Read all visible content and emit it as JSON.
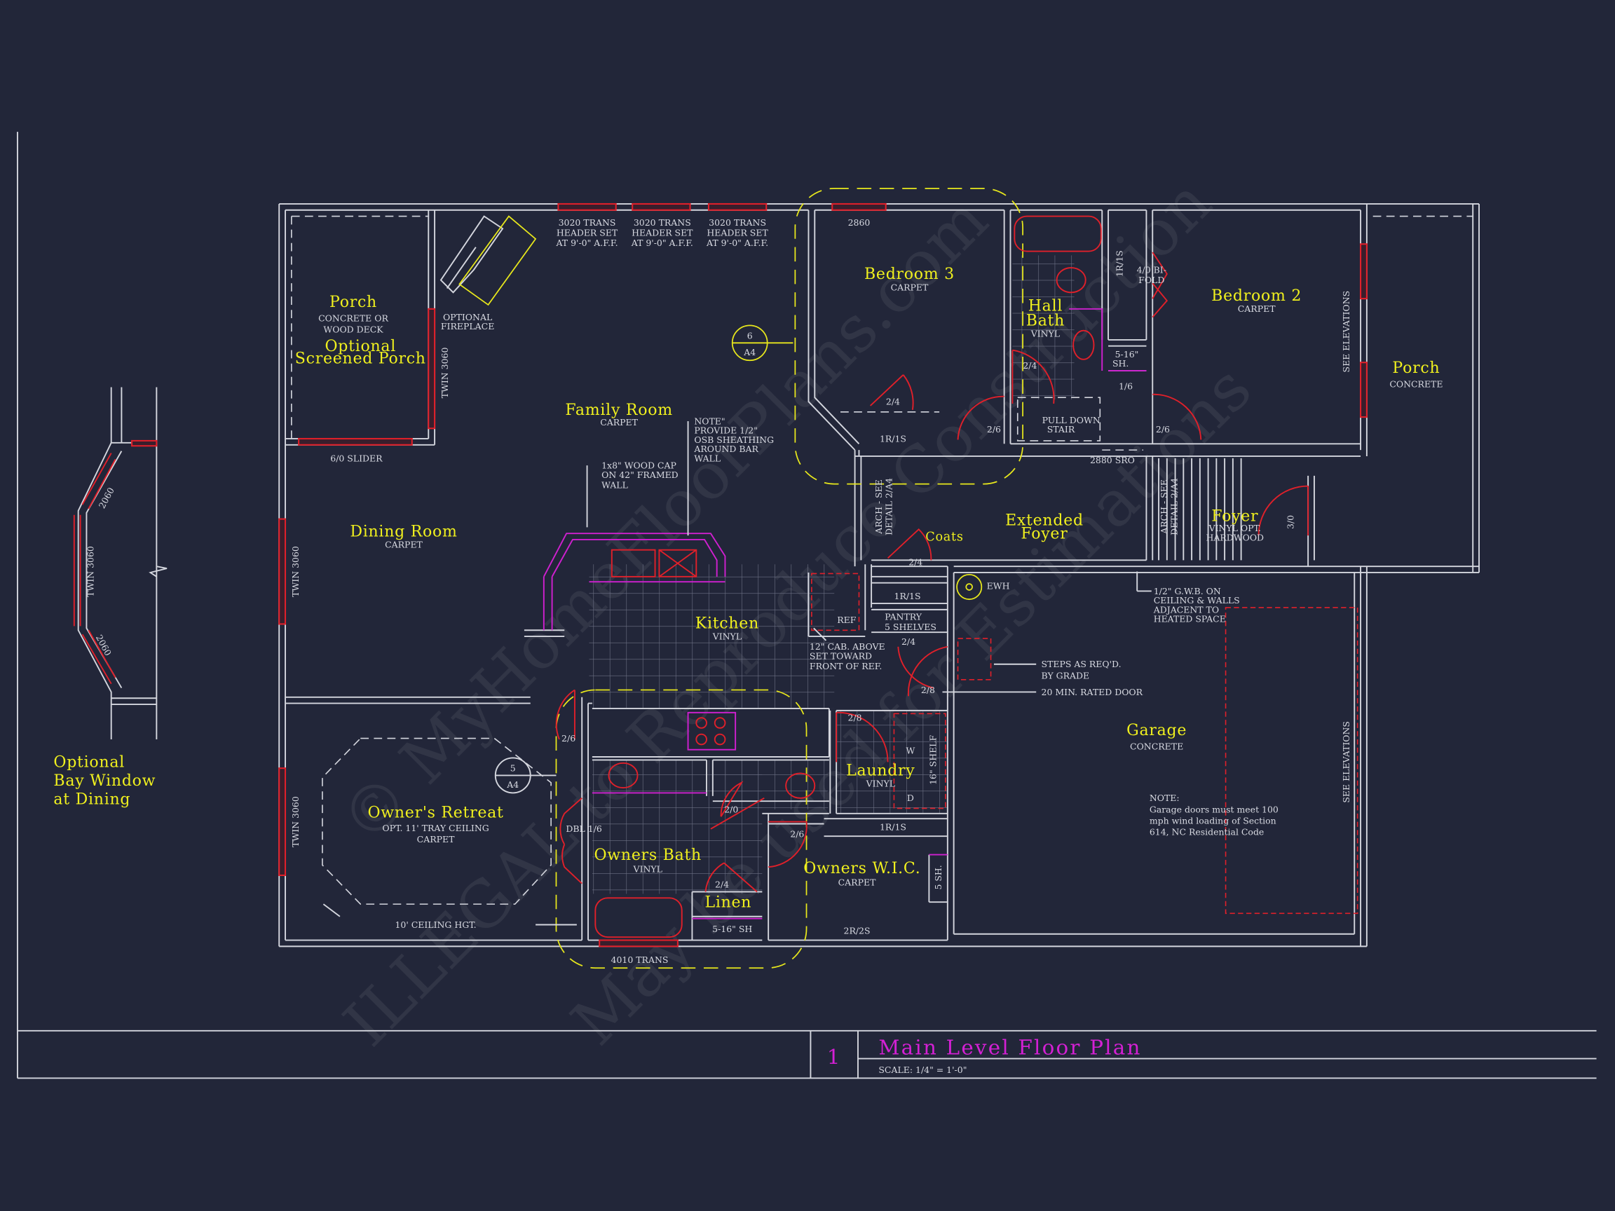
{
  "title_block": {
    "number": "1",
    "title": "Main Level Floor Plan",
    "scale": "SCALE: 1/4\" = 1'-0\""
  },
  "watermark": [
    "© MyHomeFloorPlans.com",
    "ILLEGAL to Reproduce Construction",
    "May be used for Estimations"
  ],
  "rooms": {
    "porch_left": {
      "name": "Porch",
      "sub1": "CONCRETE OR",
      "sub2": "WOOD DECK",
      "opt1": "Optional",
      "opt2": "Screened Porch"
    },
    "family": {
      "name": "Family Room",
      "floor": "CARPET"
    },
    "dining": {
      "name": "Dining Room",
      "floor": "CARPET"
    },
    "kitchen": {
      "name": "Kitchen",
      "floor": "VINYL"
    },
    "owners_retreat": {
      "name": "Owner's Retreat",
      "sub": "OPT. 11' TRAY CEILING",
      "floor": "CARPET"
    },
    "owners_bath": {
      "name": "Owners Bath",
      "floor": "VINYL"
    },
    "linen": {
      "name": "Linen"
    },
    "owners_wic": {
      "name": "Owners W.I.C.",
      "floor": "CARPET"
    },
    "laundry": {
      "name": "Laundry",
      "floor": "VINYL"
    },
    "bedroom3": {
      "name": "Bedroom 3",
      "floor": "CARPET"
    },
    "hall_bath": {
      "name1": "Hall",
      "name2": "Bath",
      "floor": "VINYL"
    },
    "bedroom2": {
      "name": "Bedroom 2",
      "floor": "CARPET"
    },
    "porch_right": {
      "name": "Porch",
      "floor": "CONCRETE"
    },
    "extended_foyer": {
      "name1": "Extended",
      "name2": "Foyer"
    },
    "coats": {
      "name": "Coats"
    },
    "foyer": {
      "name": "Foyer",
      "floor1": "VINYL OPT.",
      "floor2": "HARDWOOD"
    },
    "garage": {
      "name": "Garage",
      "floor": "CONCRETE"
    }
  },
  "bay_window": {
    "label1": "Optional",
    "label2": "Bay Window",
    "label3": "at Dining",
    "twin": "TWIN 3060",
    "w1": "2060",
    "w2": "2060"
  },
  "annotations": {
    "fireplace1": "OPTIONAL",
    "fireplace2": "FIREPLACE",
    "twin_porch": "TWIN 3060",
    "twin_dining": "TWIN 3060",
    "twin_owner": "TWIN 3060",
    "trans_a": [
      "3020 TRANS",
      "HEADER SET",
      "AT 9'-0\" A.F.F."
    ],
    "trans_b": [
      "3020 TRANS",
      "HEADER SET",
      "AT 9'-0\" A.F.F."
    ],
    "trans_c": [
      "3020 TRANS",
      "HEADER SET",
      "AT 9'-0\" A.F.F."
    ],
    "window_2860": "2860",
    "slider": "6/0 SLIDER",
    "note_osb": [
      "NOTE\"",
      "PROVIDE 1/2\"",
      "OSB SHEATHING",
      "AROUND BAR",
      "WALL"
    ],
    "wood_cap": [
      "1x8\" WOOD CAP",
      "ON 42\" FRAMED",
      "WALL"
    ],
    "section6": {
      "num": "6",
      "sheet": "A4"
    },
    "section5": {
      "num": "5",
      "sheet": "A4"
    },
    "closet_b3_door": "2/4",
    "closet_b3": "1R/1S",
    "b3_door": "2/6",
    "bath_door": "2/4",
    "pull_down1": "PULL DOWN",
    "pull_down2": "STAIR",
    "b2_door": "2/6",
    "linen_door": "1/6",
    "shelves_hall1": "5-16\"",
    "shelves_hall2": "SH.",
    "closet_b2": "1R/1S",
    "bifold1": "4/0 BI-",
    "bifold2": "FOLD",
    "see_elev_b2": "SEE ELEVATIONS",
    "see_elev_garage": "SEE ELEVATIONS",
    "sro": "2880 SRO",
    "arch1": [
      "ARCH - SEE",
      "DETAIL 2/A4"
    ],
    "arch2": [
      "ARCH - SEE",
      "DETAIL 2/A4"
    ],
    "coats_door": "2/4",
    "foyer_door": "3/0",
    "ewh": "EWH",
    "gwb": [
      "1/2\" G.W.B. ON",
      "CEILING & WALLS",
      "ADJACENT TO",
      "HEATED SPACE"
    ],
    "ref": "REF",
    "closet_k": "1R/1S",
    "pantry1": "PANTRY",
    "pantry2": "5 SHELVES",
    "pantry_door": "2/4",
    "cab": [
      "12\" CAB. ABOVE",
      "SET TOWARD",
      "FRONT OF REF."
    ],
    "steps": [
      "STEPS AS REQ'D.",
      "BY GRADE"
    ],
    "rated_door": "20 MIN. RATED DOOR",
    "garage_door": "2/8",
    "retreat_door": "2/6",
    "laundry_door": "2/8",
    "washer": "W",
    "dryer": "D",
    "laundry_shelf": "16\" SHELF",
    "ceiling_hgt": "10' CEILING HGT.",
    "dbl": "DBL 1/6",
    "wc_door": "2/0",
    "wic_door": "2/6",
    "linen_o_door": "2/4",
    "linen_sh": "5-16\" SH",
    "wic_1r": "1R/1S",
    "wic_5sh": "5 SH.",
    "wic_2r": "2R/2S",
    "trans_bath": "4010 TRANS",
    "garage_note": [
      "NOTE:",
      "Garage doors must meet 100",
      "mph wind loading of Section",
      "614, NC Residential Code"
    ]
  },
  "colors": {
    "background": "#222639",
    "walls": "#d4d6de",
    "labels": "#f0f01e",
    "windows": "#e0202a",
    "title": "#d420d4"
  }
}
